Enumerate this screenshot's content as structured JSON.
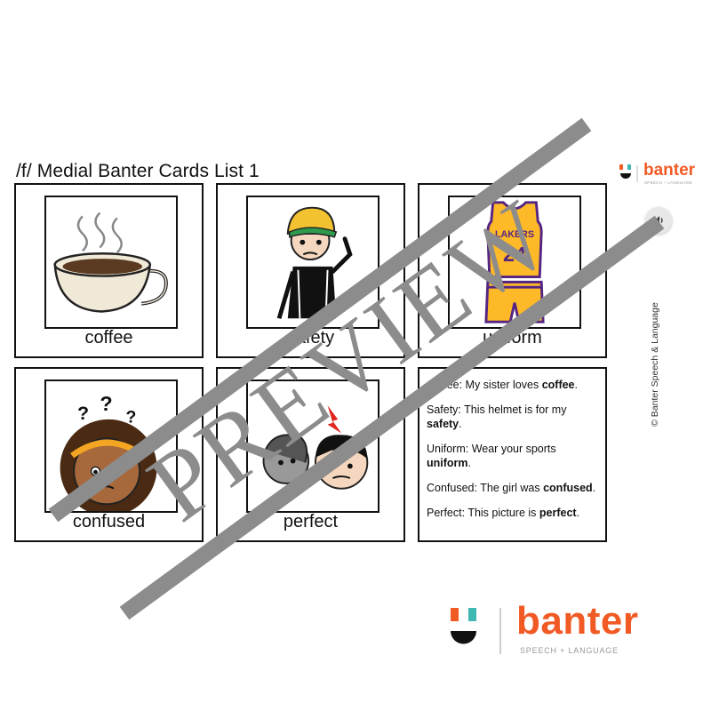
{
  "page": {
    "title": "/f/ Medial Banter Cards List 1",
    "copyright": "© Banter Speech & Language",
    "watermark": "PREVIEW"
  },
  "brand": {
    "name": "banter",
    "tagline": "SPEECH + LANGUAGE",
    "orange": "#f15a24",
    "teal": "#3fb7b2"
  },
  "cards": [
    {
      "word": "coffee",
      "icon": "coffee-cup-icon"
    },
    {
      "word": "safety",
      "icon": "hardhat-man-icon"
    },
    {
      "word": "uniform",
      "icon": "jersey-uniform-icon"
    },
    {
      "word": "confused",
      "icon": "confused-girl-icon"
    },
    {
      "word": "perfect",
      "icon": "perfect-faces-icon"
    }
  ],
  "sentences": [
    {
      "lead": "Coffee: My sister loves ",
      "bold": "coffee",
      "tail": "."
    },
    {
      "lead": "Safety: This helmet is for my ",
      "bold": "safety",
      "tail": "."
    },
    {
      "lead": "Uniform: Wear your sports ",
      "bold": "uniform",
      "tail": "."
    },
    {
      "lead": "Confused: The girl was ",
      "bold": "confused",
      "tail": "."
    },
    {
      "lead": "Perfect: This picture is ",
      "bold": "perfect",
      "tail": "."
    }
  ],
  "jersey_number": "24",
  "jersey_team": "LAKERS"
}
